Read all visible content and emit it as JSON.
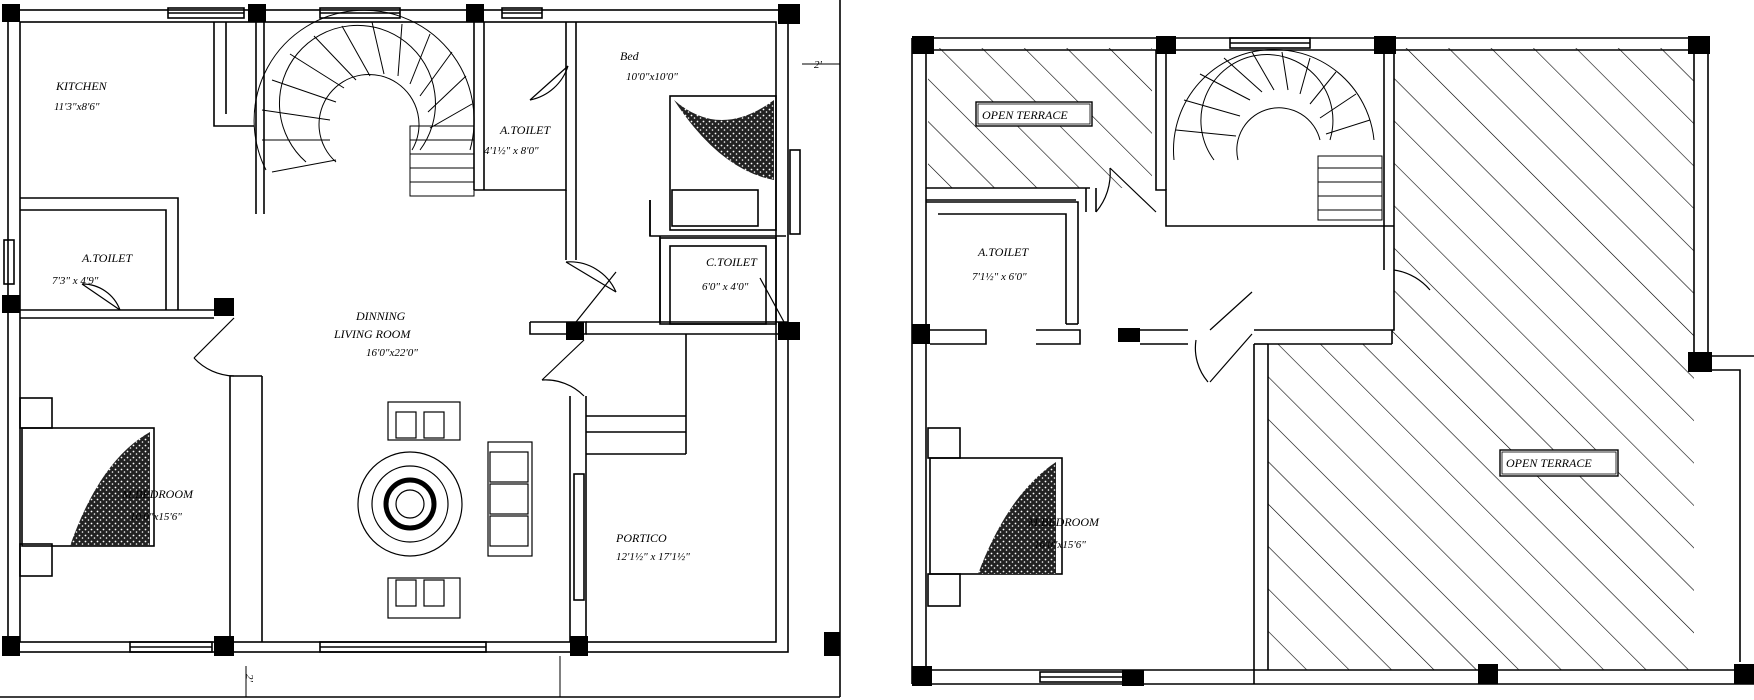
{
  "ground_floor": {
    "kitchen": {
      "name": "KITCHEN",
      "size": "11'3\"x8'6\""
    },
    "bed": {
      "name": "Bed",
      "size": "10'0\"x10'0\""
    },
    "toilet_top": {
      "name": "A.TOILET",
      "size": "4'1½\" x 8'0\""
    },
    "toilet_left": {
      "name": "A.TOILET",
      "size": "7'3\" x 4'9\""
    },
    "c_toilet": {
      "name": "C.TOILET",
      "size": "6'0\" x 4'0\""
    },
    "living": {
      "name1": "DINNING",
      "name2": "LIVING ROOM",
      "size": "16'0\"x22'0\""
    },
    "m_bedroom": {
      "name": "M.BEDROOM",
      "size": "10'0\"x15'6\""
    },
    "portico": {
      "name": "PORTICO",
      "size": "12'1½\" x 17'1½\""
    },
    "dim_right": "2'",
    "dim_bottom": "2'"
  },
  "first_floor": {
    "open_terrace_small": "OPEN TERRACE",
    "open_terrace_large": "OPEN TERRACE",
    "toilet": {
      "name": "A.TOILET",
      "size": "7'1½\" x 6'0\""
    },
    "m_bedroom": {
      "name": "M.BEDROOM",
      "size": "16'0\"x15'6\""
    }
  }
}
